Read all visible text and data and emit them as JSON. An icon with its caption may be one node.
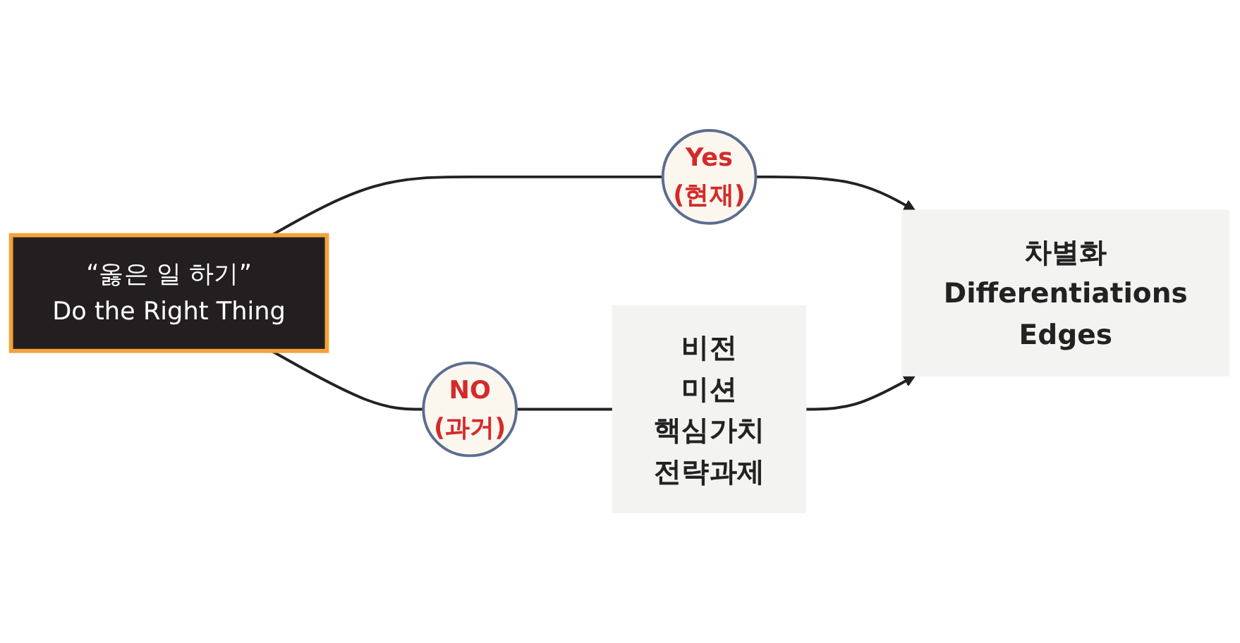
{
  "diagram": {
    "nodes": [
      {
        "text": [
          "“옳은 일 하기”",
          "Do the Right Thing"
        ]
      },
      {
        "text": [
          "NO",
          "(과거)"
        ]
      },
      {
        "text": [
          "비전",
          "미션",
          "핵심가치",
          "전략과제"
        ]
      },
      {
        "text": [
          "Yes",
          "(현재)"
        ]
      },
      {
        "text": [
          "차별화",
          "Differentiations",
          "Edges"
        ]
      }
    ],
    "edges": [
      {
        "from": 0,
        "to": 1,
        "arrow": "none"
      },
      {
        "from": 1,
        "to": 2,
        "arrow": "none"
      },
      {
        "from": 0,
        "to": 3,
        "arrow": "none"
      },
      {
        "from": 3,
        "to": 4,
        "arrow": "to"
      },
      {
        "from": 2,
        "to": 4,
        "arrow": "to"
      }
    ]
  }
}
